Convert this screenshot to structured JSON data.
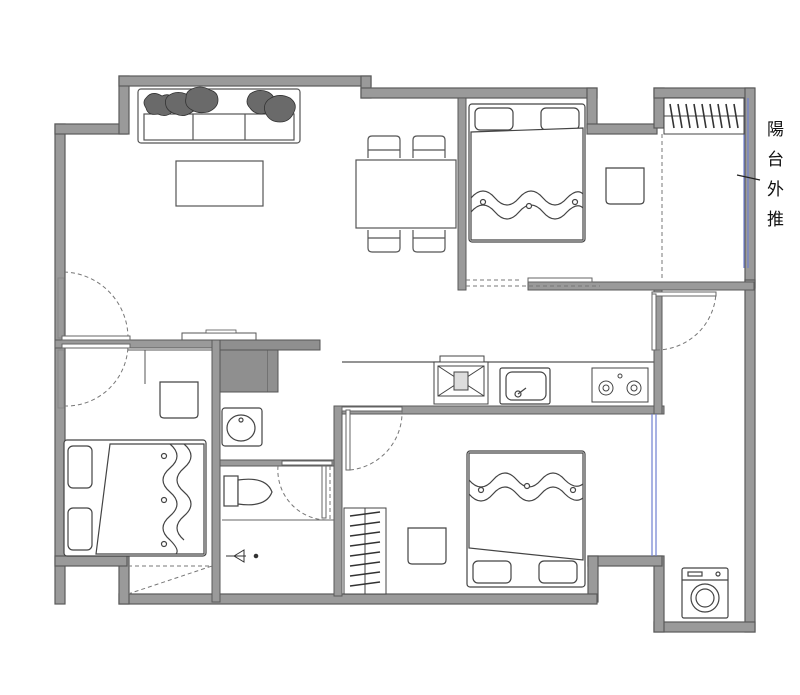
{
  "balcony_label": [
    "陽",
    "台",
    "外",
    "推"
  ],
  "colors": {
    "wall": "#9a9a9a",
    "wall_edge": "#5a5a5a",
    "line": "#4a4a4a",
    "door": "#777777",
    "window": "#6f7fd0",
    "plant": "#555555",
    "counter": "#8f8f8f"
  }
}
